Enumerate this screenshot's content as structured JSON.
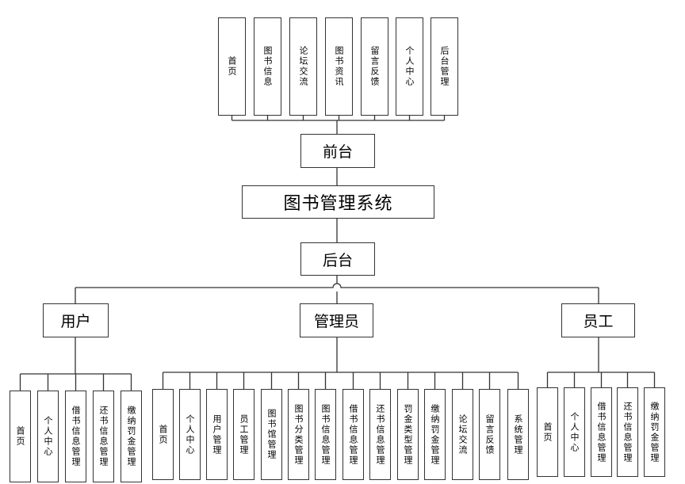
{
  "root": {
    "label": "图书管理系统"
  },
  "frontend": {
    "label": "前台",
    "items": [
      "首页",
      "图书信息",
      "论坛交流",
      "图书资讯",
      "留言反馈",
      "个人中心",
      "后台管理"
    ]
  },
  "backend": {
    "label": "后台",
    "roles": [
      {
        "label": "用户",
        "items": [
          "首页",
          "个人中心",
          "借书信息管理",
          "还书信息管理",
          "缴纳罚金管理"
        ]
      },
      {
        "label": "管理员",
        "items": [
          "首页",
          "个人中心",
          "用户管理",
          "员工管理",
          "图书馆管理",
          "图书分类管理",
          "图书信息管理",
          "借书信息管理",
          "还书信息管理",
          "罚金类型管理",
          "缴纳罚金管理",
          "论坛交流",
          "留言反馈",
          "系统管理"
        ]
      },
      {
        "label": "员工",
        "items": [
          "首页",
          "个人中心",
          "借书信息管理",
          "还书信息管理",
          "缴纳罚金管理"
        ]
      }
    ]
  }
}
